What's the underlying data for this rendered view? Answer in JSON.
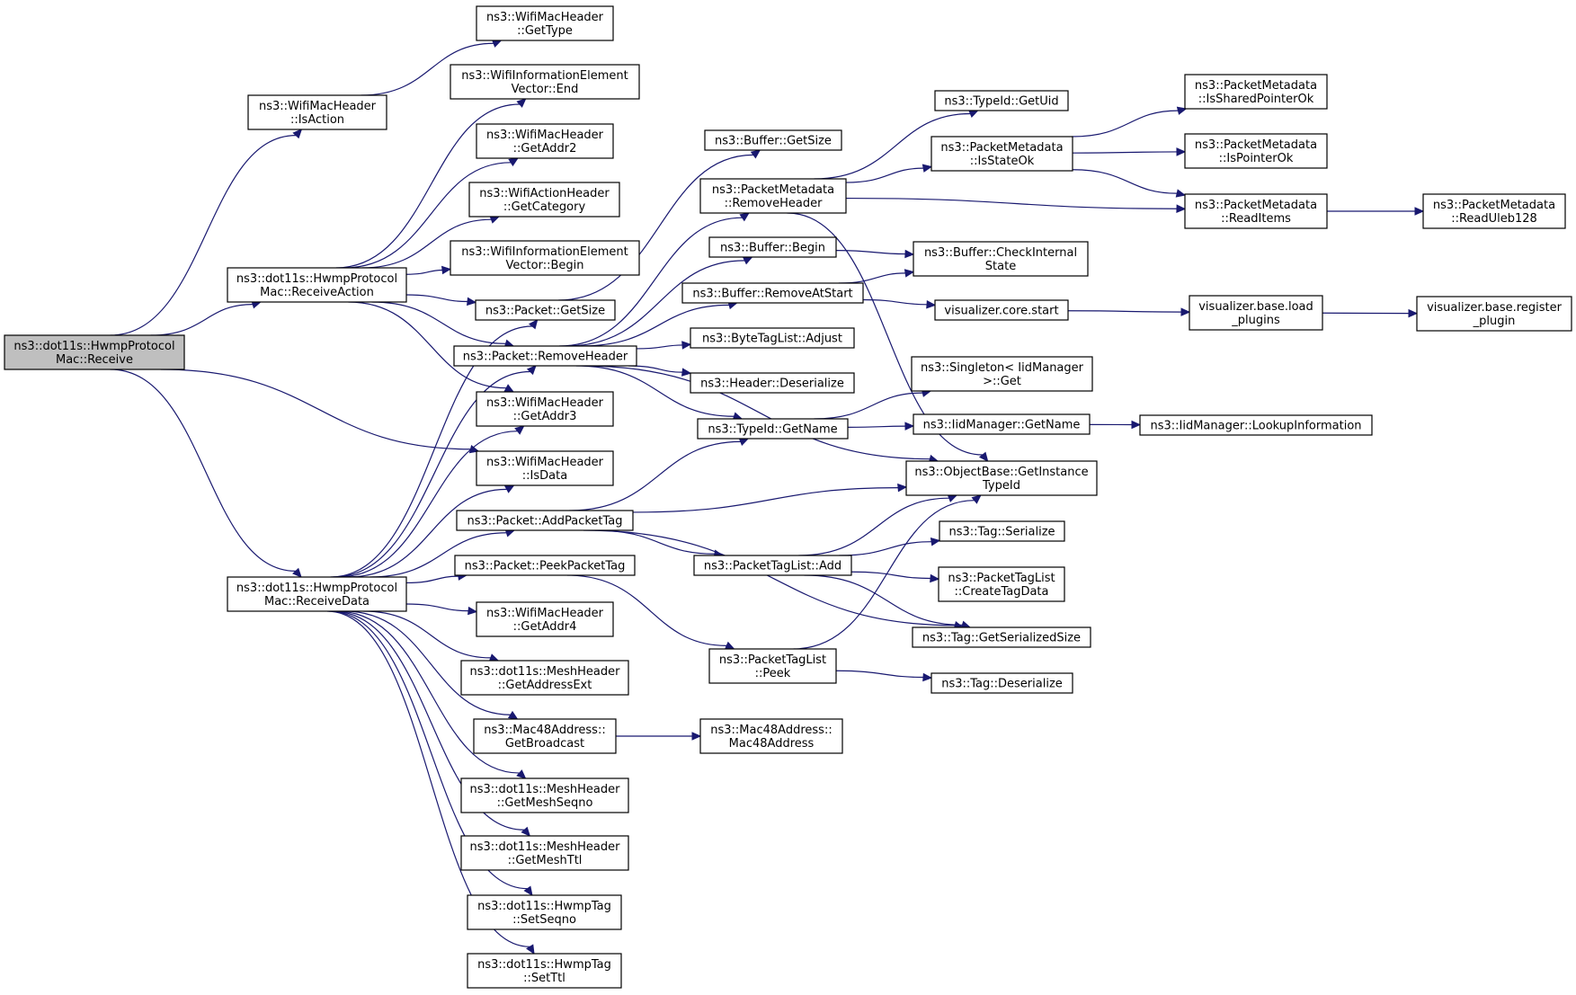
{
  "nodes": [
    {
      "id": "receive",
      "lines": [
        "ns3::dot11s::HwmpProtocol",
        "Mac::Receive"
      ],
      "root": true
    },
    {
      "id": "isaction",
      "lines": [
        "ns3::WifiMacHeader",
        "::IsAction"
      ]
    },
    {
      "id": "receiveaction",
      "lines": [
        "ns3::dot11s::HwmpProtocol",
        "Mac::ReceiveAction"
      ]
    },
    {
      "id": "receivedata",
      "lines": [
        "ns3::dot11s::HwmpProtocol",
        "Mac::ReceiveData"
      ]
    },
    {
      "id": "isdata",
      "lines": [
        "ns3::WifiMacHeader",
        "::IsData"
      ]
    },
    {
      "id": "gettype",
      "lines": [
        "ns3::WifiMacHeader",
        "::GetType"
      ]
    },
    {
      "id": "ievend",
      "lines": [
        "ns3::WifiInformationElement",
        "Vector::End"
      ]
    },
    {
      "id": "getaddr2",
      "lines": [
        "ns3::WifiMacHeader",
        "::GetAddr2"
      ]
    },
    {
      "id": "getcategory",
      "lines": [
        "ns3::WifiActionHeader",
        "::GetCategory"
      ]
    },
    {
      "id": "ievbegin",
      "lines": [
        "ns3::WifiInformationElement",
        "Vector::Begin"
      ]
    },
    {
      "id": "pktgetsize",
      "lines": [
        "ns3::Packet::GetSize"
      ]
    },
    {
      "id": "pktremoveheader",
      "lines": [
        "ns3::Packet::RemoveHeader"
      ]
    },
    {
      "id": "getaddr3",
      "lines": [
        "ns3::WifiMacHeader",
        "::GetAddr3"
      ]
    },
    {
      "id": "addpackettag",
      "lines": [
        "ns3::Packet::AddPacketTag"
      ]
    },
    {
      "id": "peekpackettag",
      "lines": [
        "ns3::Packet::PeekPacketTag"
      ]
    },
    {
      "id": "getaddr4",
      "lines": [
        "ns3::WifiMacHeader",
        "::GetAddr4"
      ]
    },
    {
      "id": "getaddressext",
      "lines": [
        "ns3::dot11s::MeshHeader",
        "::GetAddressExt"
      ]
    },
    {
      "id": "getbroadcast",
      "lines": [
        "ns3::Mac48Address::",
        "GetBroadcast"
      ]
    },
    {
      "id": "getmeshseqno",
      "lines": [
        "ns3::dot11s::MeshHeader",
        "::GetMeshSeqno"
      ]
    },
    {
      "id": "getmeshttl",
      "lines": [
        "ns3::dot11s::MeshHeader",
        "::GetMeshTtl"
      ]
    },
    {
      "id": "setseqno",
      "lines": [
        "ns3::dot11s::HwmpTag",
        "::SetSeqno"
      ]
    },
    {
      "id": "setttl",
      "lines": [
        "ns3::dot11s::HwmpTag",
        "::SetTtl"
      ]
    },
    {
      "id": "buffergetsize",
      "lines": [
        "ns3::Buffer::GetSize"
      ]
    },
    {
      "id": "pmremoveheader",
      "lines": [
        "ns3::PacketMetadata",
        "::RemoveHeader"
      ]
    },
    {
      "id": "bufferbegin",
      "lines": [
        "ns3::Buffer::Begin"
      ]
    },
    {
      "id": "bufferremoveatstart",
      "lines": [
        "ns3::Buffer::RemoveAtStart"
      ]
    },
    {
      "id": "bytetagadjust",
      "lines": [
        "ns3::ByteTagList::Adjust"
      ]
    },
    {
      "id": "headerdeserialize",
      "lines": [
        "ns3::Header::Deserialize"
      ]
    },
    {
      "id": "typeidgetname",
      "lines": [
        "ns3::TypeId::GetName"
      ]
    },
    {
      "id": "ptladd",
      "lines": [
        "ns3::PacketTagList::Add"
      ]
    },
    {
      "id": "ptlpeek",
      "lines": [
        "ns3::PacketTagList",
        "::Peek"
      ]
    },
    {
      "id": "mac48address",
      "lines": [
        "ns3::Mac48Address::",
        "Mac48Address"
      ]
    },
    {
      "id": "typeidgetuid",
      "lines": [
        "ns3::TypeId::GetUid"
      ]
    },
    {
      "id": "pmisstateok",
      "lines": [
        "ns3::PacketMetadata",
        "::IsStateOk"
      ]
    },
    {
      "id": "checkinternalstate",
      "lines": [
        "ns3::Buffer::CheckInternal",
        "State"
      ]
    },
    {
      "id": "vizcorestart",
      "lines": [
        "visualizer.core.start"
      ]
    },
    {
      "id": "singletonget",
      "lines": [
        "ns3::Singleton< IidManager",
        ">::Get"
      ]
    },
    {
      "id": "iidgetname",
      "lines": [
        "ns3::IidManager::GetName"
      ]
    },
    {
      "id": "getinstancetypeid",
      "lines": [
        "ns3::ObjectBase::GetInstance",
        "TypeId"
      ]
    },
    {
      "id": "tagserialize",
      "lines": [
        "ns3::Tag::Serialize"
      ]
    },
    {
      "id": "createtagdata",
      "lines": [
        "ns3::PacketTagList",
        "::CreateTagData"
      ]
    },
    {
      "id": "taggetserializedsize",
      "lines": [
        "ns3::Tag::GetSerializedSize"
      ]
    },
    {
      "id": "tagdeserialize",
      "lines": [
        "ns3::Tag::Deserialize"
      ]
    },
    {
      "id": "issharedpointerok",
      "lines": [
        "ns3::PacketMetadata",
        "::IsSharedPointerOk"
      ]
    },
    {
      "id": "ispointerok",
      "lines": [
        "ns3::PacketMetadata",
        "::IsPointerOk"
      ]
    },
    {
      "id": "readitems",
      "lines": [
        "ns3::PacketMetadata",
        "::ReadItems"
      ]
    },
    {
      "id": "vizloadplugins",
      "lines": [
        "visualizer.base.load",
        "_plugins"
      ]
    },
    {
      "id": "lookupinformation",
      "lines": [
        "ns3::IidManager::LookupInformation"
      ]
    },
    {
      "id": "readuleb128",
      "lines": [
        "ns3::PacketMetadata",
        "::ReadUleb128"
      ]
    },
    {
      "id": "vizregisterplugin",
      "lines": [
        "visualizer.base.register",
        "_plugin"
      ]
    }
  ],
  "edges": [
    [
      "receive",
      "isaction"
    ],
    [
      "receive",
      "receiveaction"
    ],
    [
      "receive",
      "isdata"
    ],
    [
      "receive",
      "receivedata"
    ],
    [
      "isaction",
      "gettype"
    ],
    [
      "receiveaction",
      "ievend"
    ],
    [
      "receiveaction",
      "getaddr2"
    ],
    [
      "receiveaction",
      "getcategory"
    ],
    [
      "receiveaction",
      "ievbegin"
    ],
    [
      "receiveaction",
      "pktgetsize"
    ],
    [
      "receiveaction",
      "pktremoveheader"
    ],
    [
      "receiveaction",
      "getaddr3"
    ],
    [
      "receivedata",
      "pktgetsize"
    ],
    [
      "receivedata",
      "pktremoveheader"
    ],
    [
      "receivedata",
      "getaddr3"
    ],
    [
      "receivedata",
      "isdata"
    ],
    [
      "receivedata",
      "addpackettag"
    ],
    [
      "receivedata",
      "peekpackettag"
    ],
    [
      "receivedata",
      "getaddr4"
    ],
    [
      "receivedata",
      "getaddressext"
    ],
    [
      "receivedata",
      "getbroadcast"
    ],
    [
      "receivedata",
      "getmeshseqno"
    ],
    [
      "receivedata",
      "getmeshttl"
    ],
    [
      "receivedata",
      "setseqno"
    ],
    [
      "receivedata",
      "setttl"
    ],
    [
      "pktgetsize",
      "buffergetsize"
    ],
    [
      "pktremoveheader",
      "pmremoveheader"
    ],
    [
      "pktremoveheader",
      "bufferbegin"
    ],
    [
      "pktremoveheader",
      "bufferremoveatstart"
    ],
    [
      "pktremoveheader",
      "bytetagadjust"
    ],
    [
      "pktremoveheader",
      "headerdeserialize"
    ],
    [
      "pktremoveheader",
      "typeidgetname"
    ],
    [
      "pktremoveheader",
      "getinstancetypeid"
    ],
    [
      "addpackettag",
      "typeidgetname"
    ],
    [
      "addpackettag",
      "getinstancetypeid"
    ],
    [
      "addpackettag",
      "ptladd"
    ],
    [
      "addpackettag",
      "taggetserializedsize"
    ],
    [
      "peekpackettag",
      "ptlpeek"
    ],
    [
      "getbroadcast",
      "mac48address"
    ],
    [
      "pmremoveheader",
      "typeidgetuid"
    ],
    [
      "pmremoveheader",
      "pmisstateok"
    ],
    [
      "pmremoveheader",
      "readitems"
    ],
    [
      "pmremoveheader",
      "getinstancetypeid"
    ],
    [
      "bufferbegin",
      "checkinternalstate"
    ],
    [
      "bufferremoveatstart",
      "checkinternalstate"
    ],
    [
      "bufferremoveatstart",
      "vizcorestart"
    ],
    [
      "typeidgetname",
      "singletonget"
    ],
    [
      "typeidgetname",
      "iidgetname"
    ],
    [
      "ptladd",
      "getinstancetypeid"
    ],
    [
      "ptladd",
      "tagserialize"
    ],
    [
      "ptladd",
      "createtagdata"
    ],
    [
      "ptladd",
      "taggetserializedsize"
    ],
    [
      "ptlpeek",
      "getinstancetypeid"
    ],
    [
      "ptlpeek",
      "tagdeserialize"
    ],
    [
      "pmisstateok",
      "issharedpointerok"
    ],
    [
      "pmisstateok",
      "ispointerok"
    ],
    [
      "pmisstateok",
      "readitems"
    ],
    [
      "readitems",
      "readuleb128"
    ],
    [
      "vizcorestart",
      "vizloadplugins"
    ],
    [
      "vizloadplugins",
      "vizregisterplugin"
    ],
    [
      "iidgetname",
      "lookupinformation"
    ]
  ]
}
